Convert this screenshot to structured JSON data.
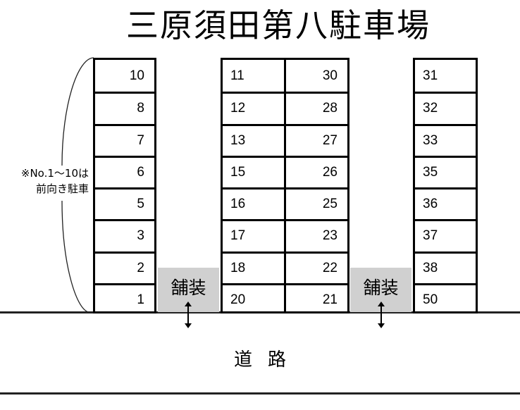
{
  "title": "三原須田第八駐車場",
  "note": {
    "line1": "※No.1～10は",
    "line2": "前向き駐車"
  },
  "columns": {
    "a": [
      "10",
      "8",
      "7",
      "6",
      "5",
      "3",
      "2",
      "1"
    ],
    "b": [
      "11",
      "12",
      "13",
      "15",
      "16",
      "17",
      "18",
      "20"
    ],
    "c": [
      "30",
      "28",
      "27",
      "26",
      "25",
      "23",
      "22",
      "21"
    ],
    "d": [
      "31",
      "32",
      "33",
      "35",
      "36",
      "37",
      "38",
      "50"
    ]
  },
  "paved_areas": [
    {
      "label": "舗装"
    },
    {
      "label": "舗装"
    }
  ],
  "road": {
    "label": "道路"
  },
  "colors": {
    "paved": "#d0d0d0",
    "line": "#000000"
  }
}
